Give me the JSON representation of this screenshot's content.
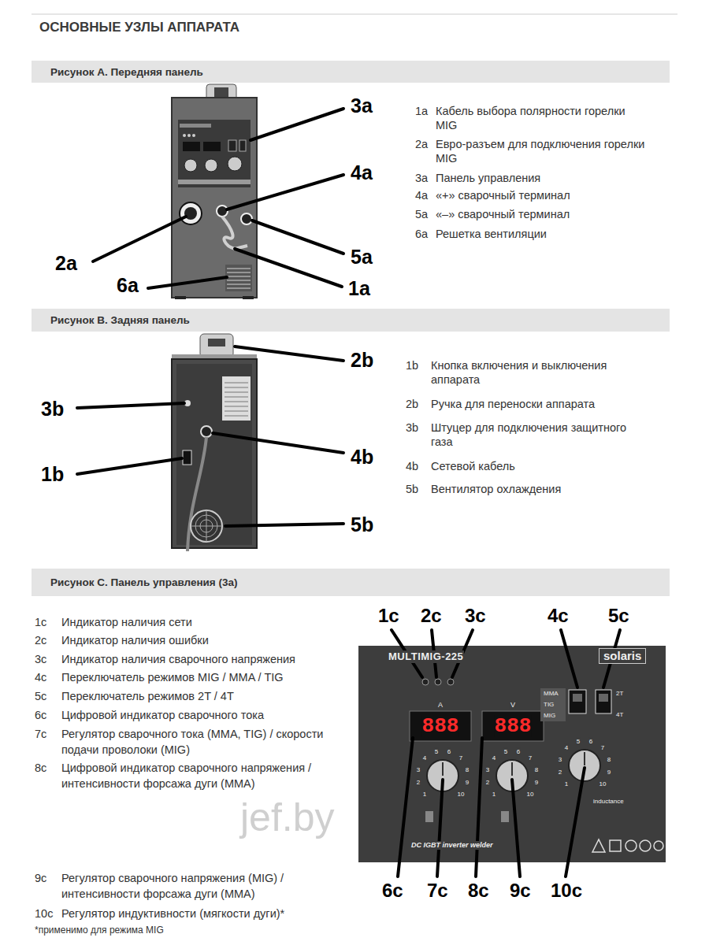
{
  "diagram": {
    "title": "ОСНОВНЫЕ УЗЛЫ АППАРАТА",
    "nodes": [
      {
        "text": [
          "Рисунок А. Передняя панель"
        ]
      },
      {
        "text": [
          "Рисунок В. Задняя панель"
        ]
      },
      {
        "text": [
          "Рисунок С. Панель управления (3а)"
        ]
      }
    ],
    "labels": [
      "3a",
      "4a",
      "2a",
      "5a",
      "6a",
      "1a",
      "1a",
      "Кабель выбора полярности горелки MIG",
      "2a",
      "Евро-разъем для подключения горелки MIG",
      "3a",
      "Панель управления",
      "4a",
      "«+» сварочный терминал",
      "5a",
      "«–» сварочный терминал",
      "6a",
      "Решетка вентиляции",
      "2b",
      "3b",
      "1b",
      "4b",
      "5b",
      "1b",
      "Кнопка включения и выключения аппарата",
      "2b",
      "Ручка для переноски аппарата",
      "3b",
      "Штуцер для подключения защитного газа",
      "4b",
      "Сетевой кабель",
      "5b",
      "Вентилятор охлаждения",
      "1c",
      "Индикатор наличия сети",
      "2c",
      "Индикатор наличия ошибки",
      "3c",
      "Индикатор наличия сварочного напряжения",
      "4c",
      "Переключатель режимов MIG / MMA / TIG",
      "5c",
      "Переключатель режимов 2T / 4T",
      "6c",
      "Цифровой индикатор сварочного тока",
      "7c",
      "Регулятор сварочного тока (MMA, TIG) / скорости подачи проволоки (MIG)",
      "8c",
      "Цифровой индикатор сварочного напряжения / интенсивности форсажа дуги (MMA)",
      "9c",
      "Регулятор сварочного напряжения (MIG) / интенсивности форсажа дуги (MMA)",
      "10c",
      "Регулятор индуктивности (мягкости дуги)*",
      "*применимо для режима MIG",
      "1c",
      "2c",
      "3c",
      "4c",
      "5c",
      "6c",
      "7c",
      "8c",
      "9c",
      "10c",
      "MULTIMIG-225",
      "solaris",
      "A",
      "V",
      "888",
      "888",
      "MMA",
      "TIG",
      "MIG",
      "2T",
      "4T",
      "inductance",
      "DC IGBT inverter welder",
      "1",
      "2",
      "3",
      "4",
      "5",
      "6",
      "7",
      "8",
      "9",
      "10",
      "1",
      "2",
      "3",
      "4",
      "5",
      "6",
      "7",
      "8",
      "9",
      "10",
      "1",
      "2",
      "3",
      "4",
      "5",
      "6",
      "7",
      "8",
      "9",
      "10",
      "jef.by"
    ]
  }
}
